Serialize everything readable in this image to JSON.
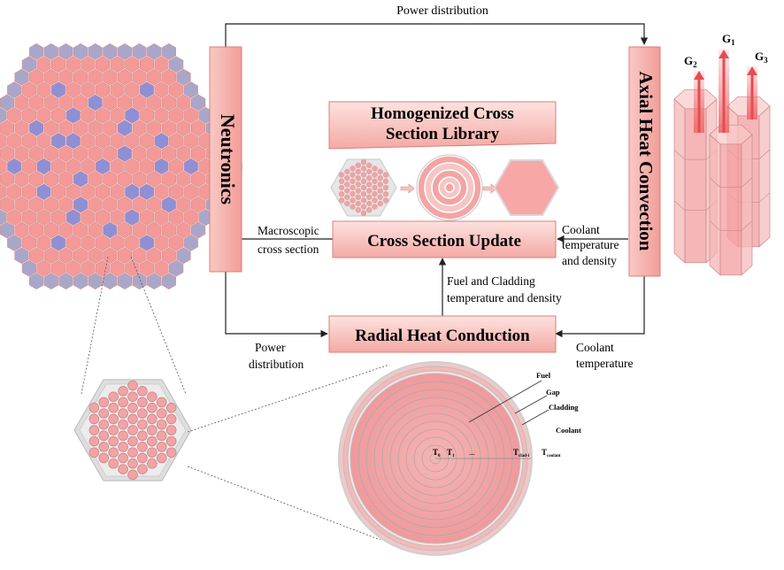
{
  "flow": {
    "top_label": "Power distribution",
    "macro_label_1": "Macroscopic",
    "macro_label_2": "cross section",
    "coolant_td_1": "Coolant",
    "coolant_td_2": "temperature",
    "coolant_td_3": "and density",
    "fuel_clad_1": "Fuel and Cladding",
    "fuel_clad_2": "temperature  and density",
    "power_bottom_1": "Power",
    "power_bottom_2": "distribution",
    "coolant_t_1": "Coolant",
    "coolant_t_2": "temperature"
  },
  "boxes": {
    "neutronics": "Neutronics",
    "axial": "Axial Heat Convection",
    "library_1": "Homogenized Cross",
    "library_2": "Section Library",
    "update": "Cross Section Update",
    "radial": "Radial Heat Conduction"
  },
  "channels": {
    "g1": "G",
    "g1_sub": "1",
    "g2": "G",
    "g2_sub": "2",
    "g3": "G",
    "g3_sub": "3"
  },
  "pin": {
    "fuel": "Fuel",
    "gap": "Gap",
    "cladding": "Cladding",
    "coolant": "Coolant",
    "t0": "T",
    "t0_sub": "0",
    "t1": "T",
    "t1_sub": "1",
    "dots": "...",
    "tclad": "T",
    "tclad_sub": "clad-i",
    "tcool": "T",
    "tcool_sub": "coolant"
  },
  "colors": {
    "box_fill": "#f6b3ae",
    "box_stroke": "#d97f7a",
    "pink": "#f39a99",
    "assembly_blue": "#8f8fd6",
    "assembly_grey": "#a9a7c9",
    "pin_fill": "#f2a3a5"
  }
}
